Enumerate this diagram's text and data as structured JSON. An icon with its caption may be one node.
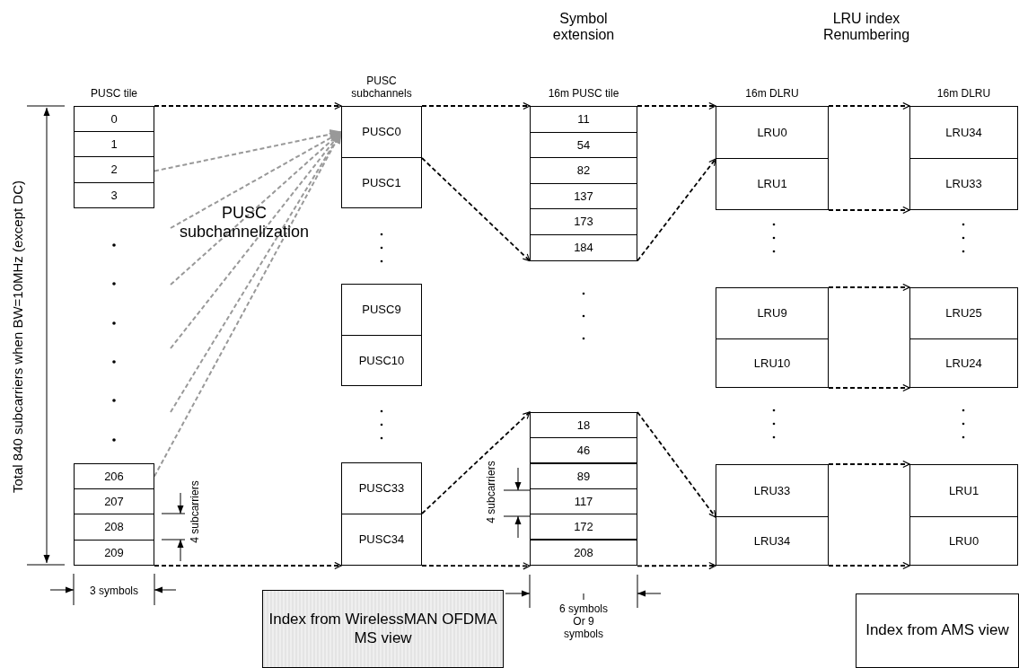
{
  "diagram": {
    "nodes": [
      {
        "text": [
          "0"
        ],
        "beside": [
          "PUSC tile"
        ]
      },
      {
        "text": [
          "1"
        ]
      },
      {
        "text": [
          "2"
        ]
      },
      {
        "text": [
          "3"
        ]
      },
      {
        "text": [
          "206"
        ]
      },
      {
        "text": [
          "207"
        ]
      },
      {
        "text": [
          "208"
        ]
      },
      {
        "text": [
          "209"
        ]
      },
      {
        "text": [
          "PUSC0"
        ],
        "beside": [
          "PUSC subchannels"
        ]
      },
      {
        "text": [
          "PUSC1"
        ]
      },
      {
        "text": [
          "PUSC9"
        ]
      },
      {
        "text": [
          "PUSC10"
        ]
      },
      {
        "text": [
          "PUSC33"
        ]
      },
      {
        "text": [
          "PUSC34"
        ]
      },
      {
        "text": [
          "11"
        ],
        "beside": [
          "16m PUSC tile"
        ]
      },
      {
        "text": [
          "54"
        ]
      },
      {
        "text": [
          "82"
        ]
      },
      {
        "text": [
          "137"
        ]
      },
      {
        "text": [
          "173"
        ]
      },
      {
        "text": [
          "184"
        ]
      },
      {
        "text": [
          "18"
        ]
      },
      {
        "text": [
          "46"
        ]
      },
      {
        "text": [
          "89"
        ]
      },
      {
        "text": [
          "117"
        ]
      },
      {
        "text": [
          "172"
        ]
      },
      {
        "text": [
          "208"
        ]
      },
      {
        "text": [
          "LRU0"
        ],
        "beside": [
          "16m DLRU"
        ]
      },
      {
        "text": [
          "LRU1"
        ]
      },
      {
        "text": [
          "LRU9"
        ]
      },
      {
        "text": [
          "LRU10"
        ]
      },
      {
        "text": [
          "LRU33"
        ]
      },
      {
        "text": [
          "LRU34"
        ]
      },
      {
        "text": [
          "LRU34"
        ],
        "beside": [
          "16m DLRU"
        ]
      },
      {
        "text": [
          "LRU33"
        ]
      },
      {
        "text": [
          "LRU25"
        ]
      },
      {
        "text": [
          "LRU24"
        ]
      },
      {
        "text": [
          "LRU1"
        ]
      },
      {
        "text": [
          "LRU0"
        ]
      },
      {
        "text": [
          "Index from WirelessMAN OFDMA MS view"
        ]
      },
      {
        "text": [
          "Index from AMS view"
        ]
      }
    ],
    "edges": [
      {
        "from": 0,
        "to": 8,
        "arrow": "to",
        "style": "dashed"
      },
      {
        "from": 7,
        "to": 13,
        "arrow": "to",
        "style": "dashed"
      },
      {
        "from": 8,
        "to": 14,
        "arrow": "to",
        "style": "dashed"
      },
      {
        "from": 8,
        "to": 19,
        "arrow": "to",
        "style": "dashed"
      },
      {
        "from": 13,
        "to": 20,
        "arrow": "to",
        "style": "dashed"
      },
      {
        "from": 13,
        "to": 25,
        "arrow": "to",
        "style": "dashed"
      },
      {
        "from": 14,
        "to": 26,
        "arrow": "to",
        "style": "dashed"
      },
      {
        "from": 19,
        "to": 26,
        "arrow": "to",
        "style": "dashed"
      },
      {
        "from": 20,
        "to": 30,
        "arrow": "to",
        "style": "dashed"
      },
      {
        "from": 25,
        "to": 31,
        "arrow": "to",
        "style": "dashed"
      },
      {
        "from": 26,
        "to": 32,
        "arrow": "to",
        "style": "dashed"
      },
      {
        "from": 27,
        "to": 33,
        "arrow": "to",
        "style": "dashed"
      },
      {
        "from": 28,
        "to": 34,
        "arrow": "to",
        "style": "dashed"
      },
      {
        "from": 29,
        "to": 35,
        "arrow": "to",
        "style": "dashed"
      },
      {
        "from": 30,
        "to": 36,
        "arrow": "to",
        "style": "dashed"
      },
      {
        "from": 31,
        "to": 37,
        "arrow": "to",
        "style": "dashed"
      },
      {
        "from": 2,
        "to": 8,
        "arrow": "to",
        "style": "dashed",
        "color": "#999999"
      },
      {
        "from": null,
        "to": 8,
        "arrow": "to",
        "style": "dashed",
        "color": "#999999"
      },
      {
        "from": null,
        "to": 8,
        "arrow": "to",
        "style": "dashed",
        "color": "#999999"
      },
      {
        "from": null,
        "to": 8,
        "arrow": "to",
        "style": "dashed",
        "color": "#999999"
      },
      {
        "from": null,
        "to": 8,
        "arrow": "to",
        "style": "dashed",
        "color": "#999999"
      },
      {
        "from": 4,
        "to": 8,
        "arrow": "to",
        "style": "dashed",
        "color": "#999999"
      }
    ],
    "labels": [
      "Symbol extension",
      "LRU index Renumbering",
      "Total 840 subcarriers when BW=10MHz (except DC)",
      "PUSC subchannelization",
      "4 subcarriers",
      "4 subcarriers",
      "3 symbols",
      "6 symbols Or 9 symbols"
    ]
  }
}
